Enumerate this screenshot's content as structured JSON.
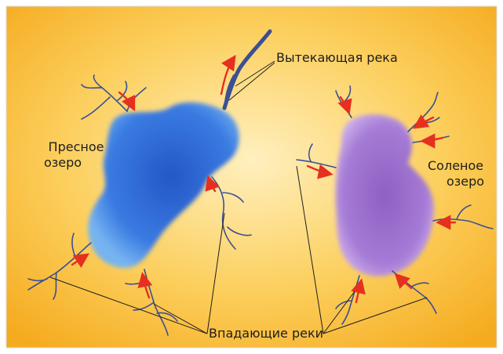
{
  "labels": {
    "fresh_lake": {
      "line1": "Пресное",
      "line2": "озеро"
    },
    "salt_lake": {
      "line1": "Соленое",
      "line2": "озеро"
    },
    "outflow_river": "Вытекающая река",
    "inflow_rivers": "Впадающие реки"
  },
  "colors": {
    "background_center": "#fde49a",
    "background_edge": "#f6b62a",
    "fresh_lake": "#3a73e0",
    "salt_lake": "#a27bd3",
    "river": "#3b4f94",
    "arrow": "#e5301f",
    "frame": "#cccccc"
  }
}
